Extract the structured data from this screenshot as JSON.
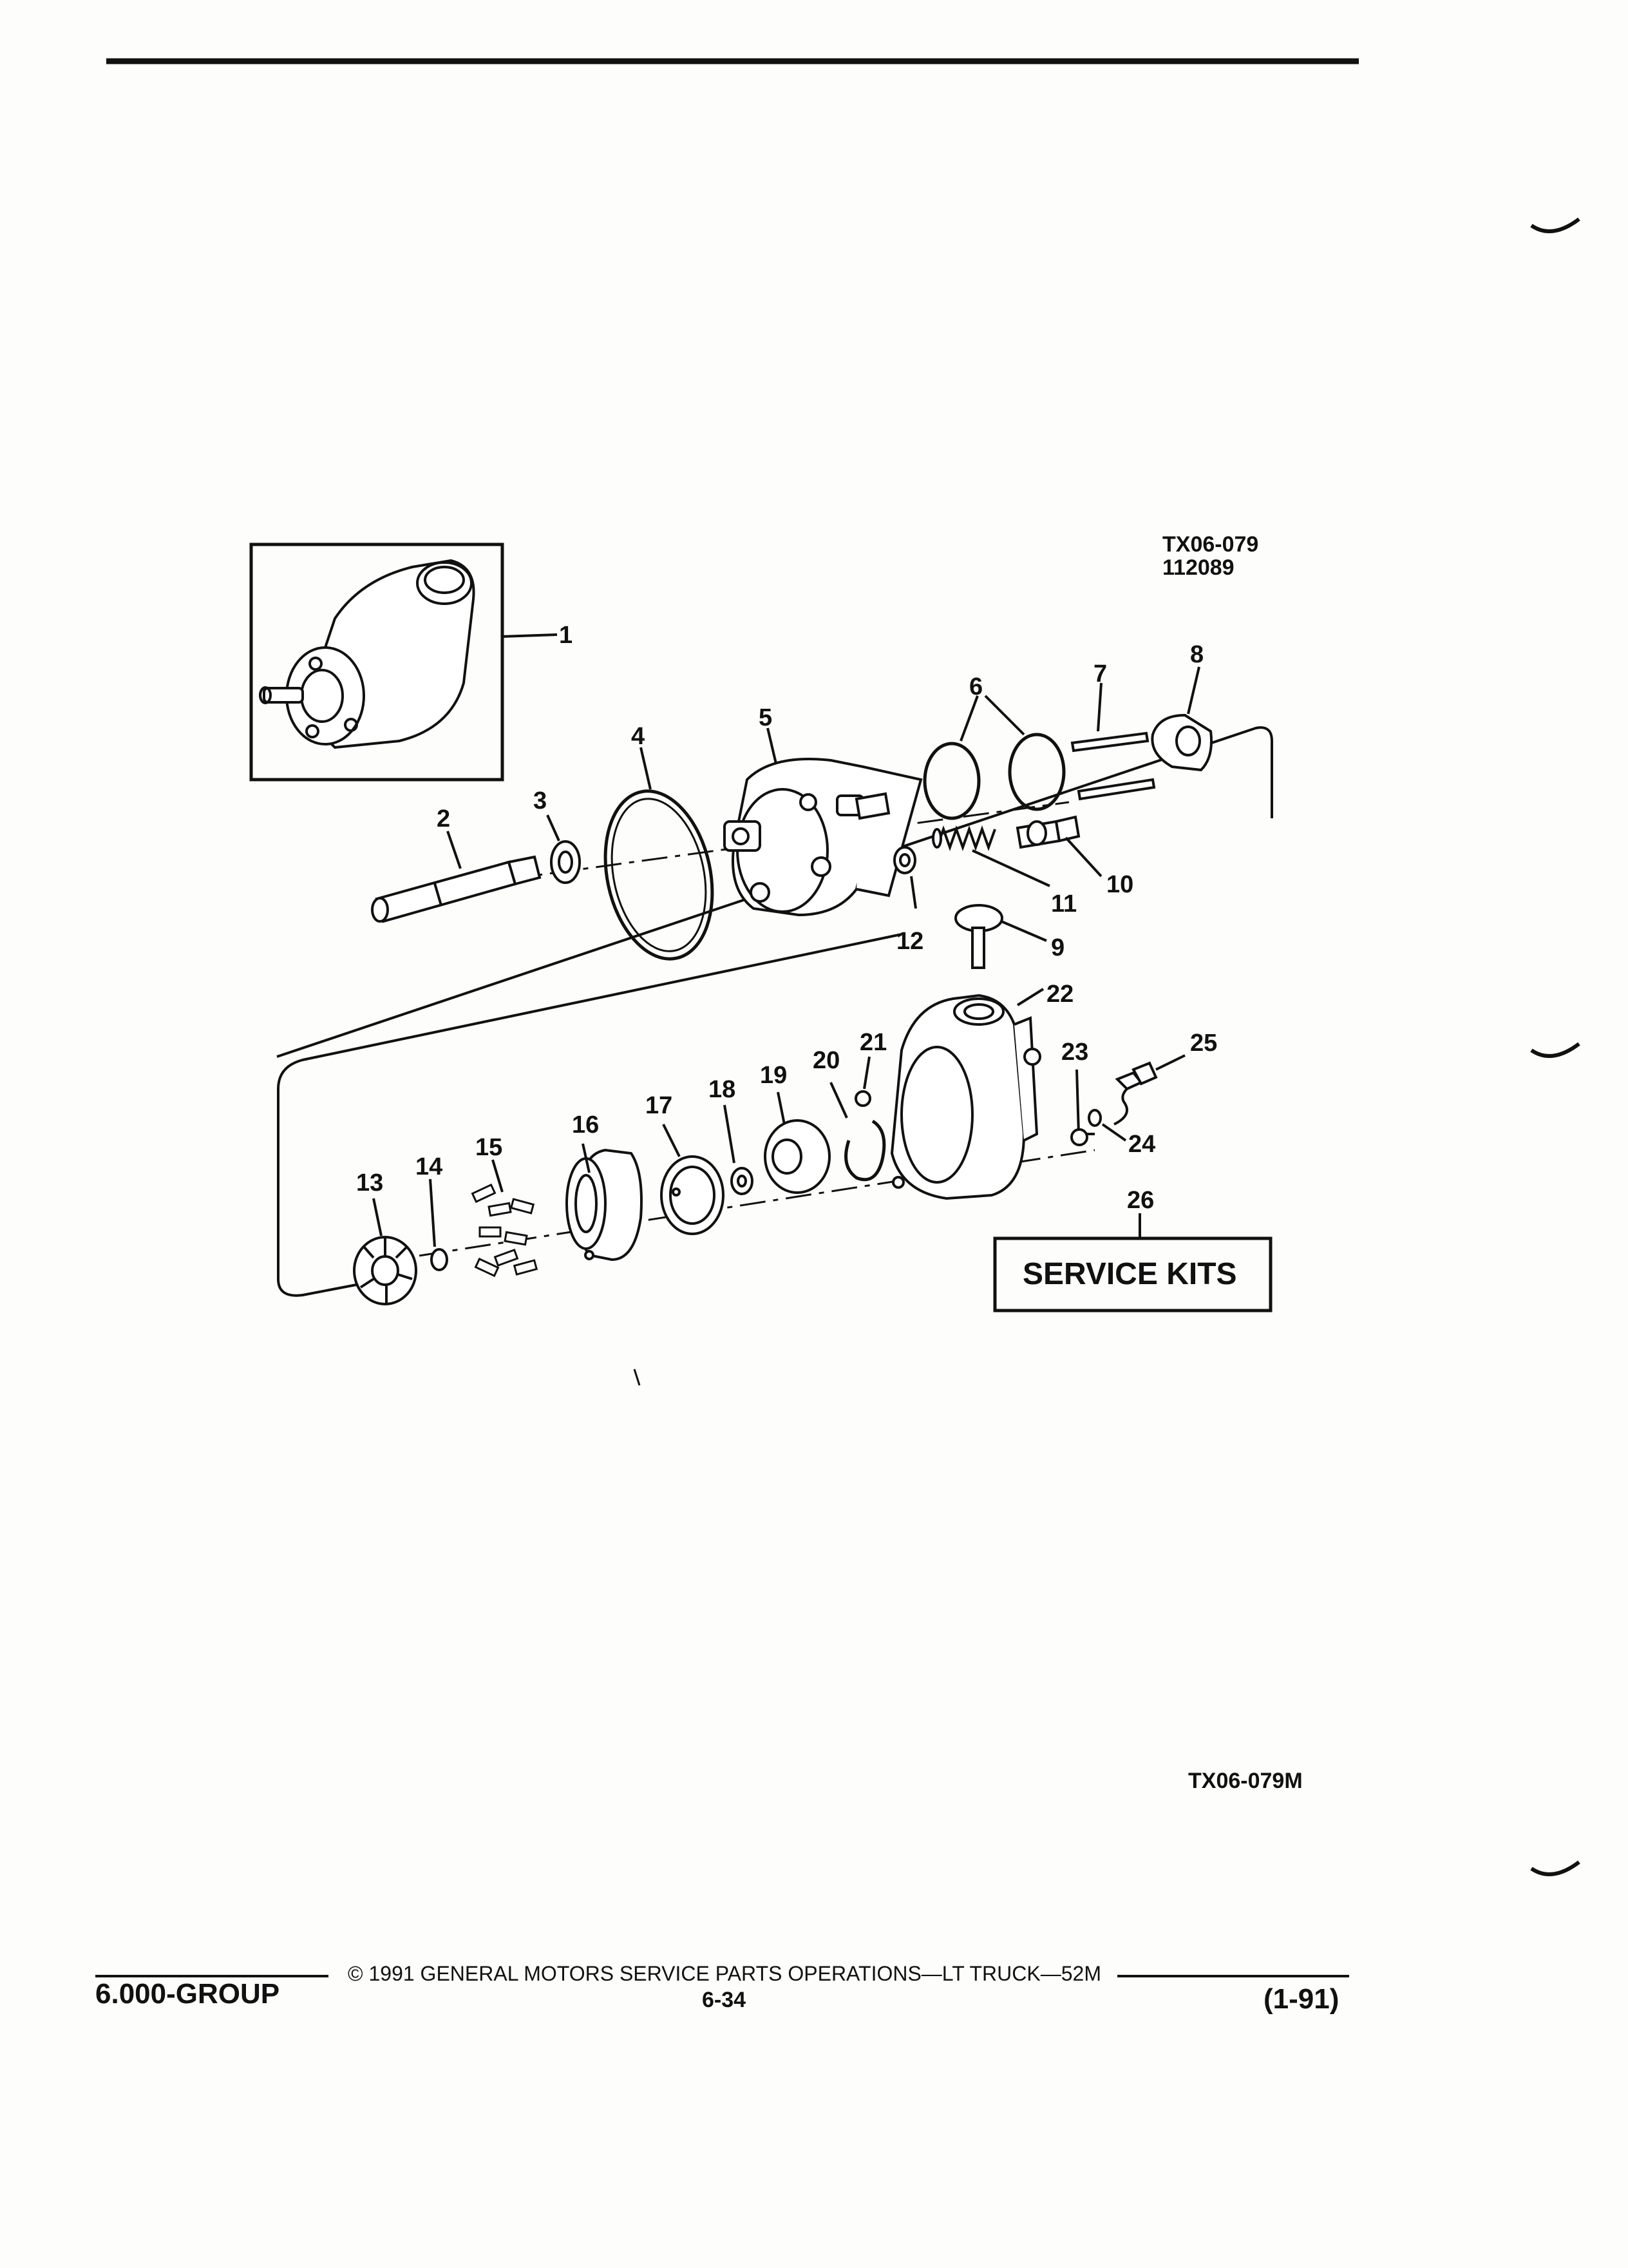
{
  "figure": {
    "code_top": "TX06-079",
    "date_top": "112089",
    "code_bottom": "TX06-079M",
    "service_kits": "SERVICE KITS"
  },
  "callouts": [
    "1",
    "2",
    "3",
    "4",
    "5",
    "6",
    "7",
    "8",
    "9",
    "10",
    "11",
    "12",
    "13",
    "14",
    "15",
    "16",
    "17",
    "18",
    "19",
    "20",
    "21",
    "22",
    "23",
    "24",
    "25",
    "26"
  ],
  "footer": {
    "group": "6.000-GROUP",
    "copyright": "© 1991 GENERAL MOTORS SERVICE PARTS OPERATIONS—LT TRUCK—52M",
    "page": "6-34",
    "revision": "(1-91)"
  }
}
